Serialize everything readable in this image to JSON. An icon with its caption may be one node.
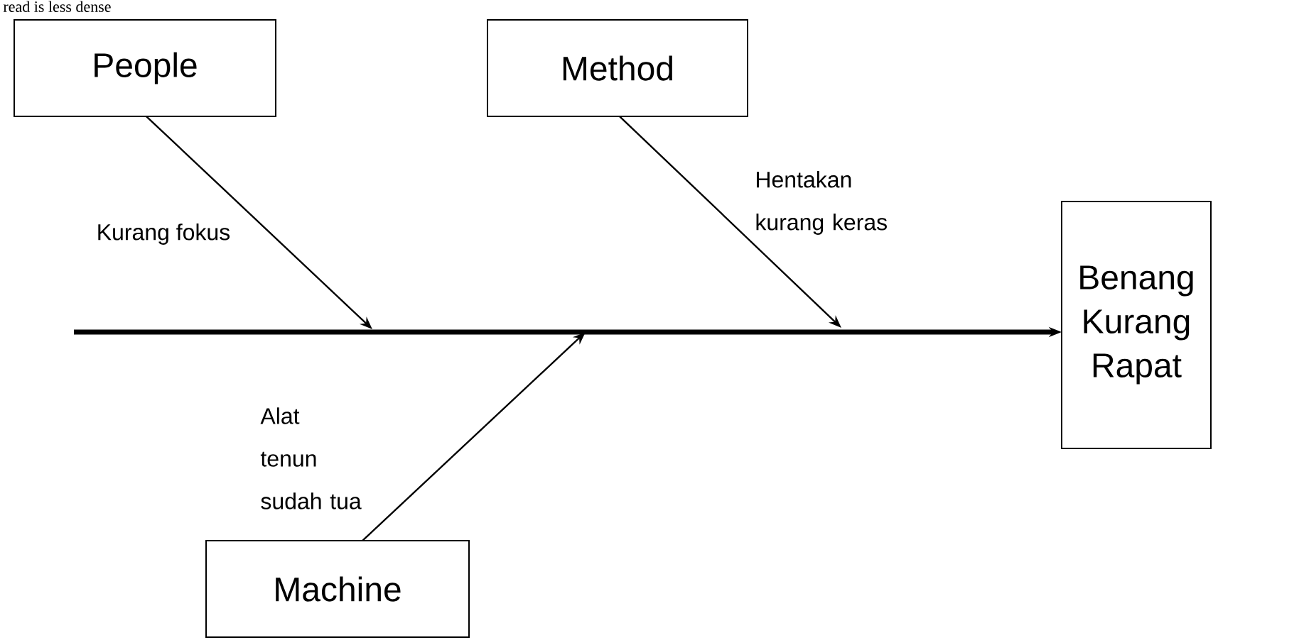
{
  "diagram": {
    "nodes": [
      {
        "text": [
          "People"
        ]
      },
      {
        "text": [
          "Method"
        ]
      },
      {
        "text": [
          "Machine"
        ]
      },
      {
        "text": [
          "Benang Kurang Rapat"
        ]
      }
    ],
    "edges": [
      {
        "from": 0,
        "to": null,
        "arrow": "to",
        "label": "Kurang fokus"
      },
      {
        "from": 1,
        "to": null,
        "arrow": "to",
        "label": "Hentakan kurang keras"
      },
      {
        "from": 2,
        "to": null,
        "arrow": "to",
        "label": "Alat tenun sudah tua"
      },
      {
        "from": null,
        "to": 3,
        "arrow": "to",
        "style": "thick"
      }
    ],
    "labels": [
      "read is less dense"
    ]
  }
}
